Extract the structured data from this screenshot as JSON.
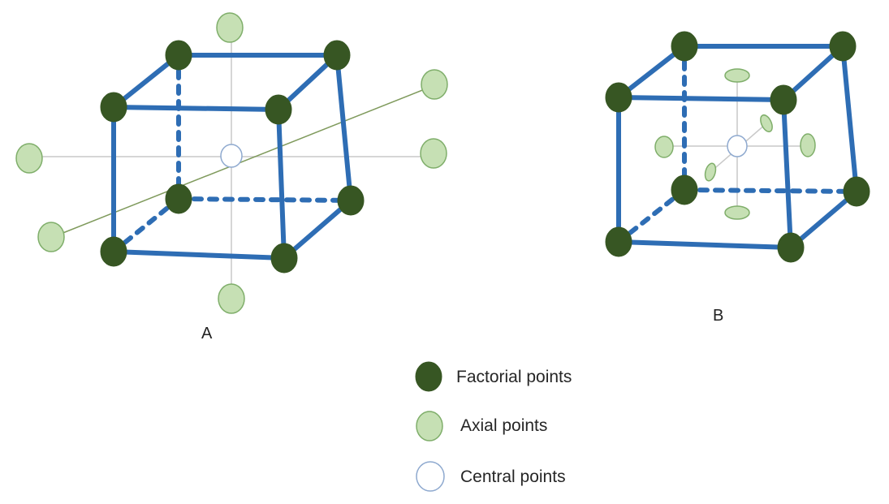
{
  "colors": {
    "edge": "#2e6db4",
    "factorial": "#375623",
    "axial": "#c6e0b4",
    "central": "#ffffff"
  },
  "figures": {
    "a": {
      "label": "A"
    },
    "b": {
      "label": "B"
    }
  },
  "legend": {
    "factorial_label": "Factorial points",
    "axial_label": "Axial points",
    "central_label": "Central points"
  }
}
